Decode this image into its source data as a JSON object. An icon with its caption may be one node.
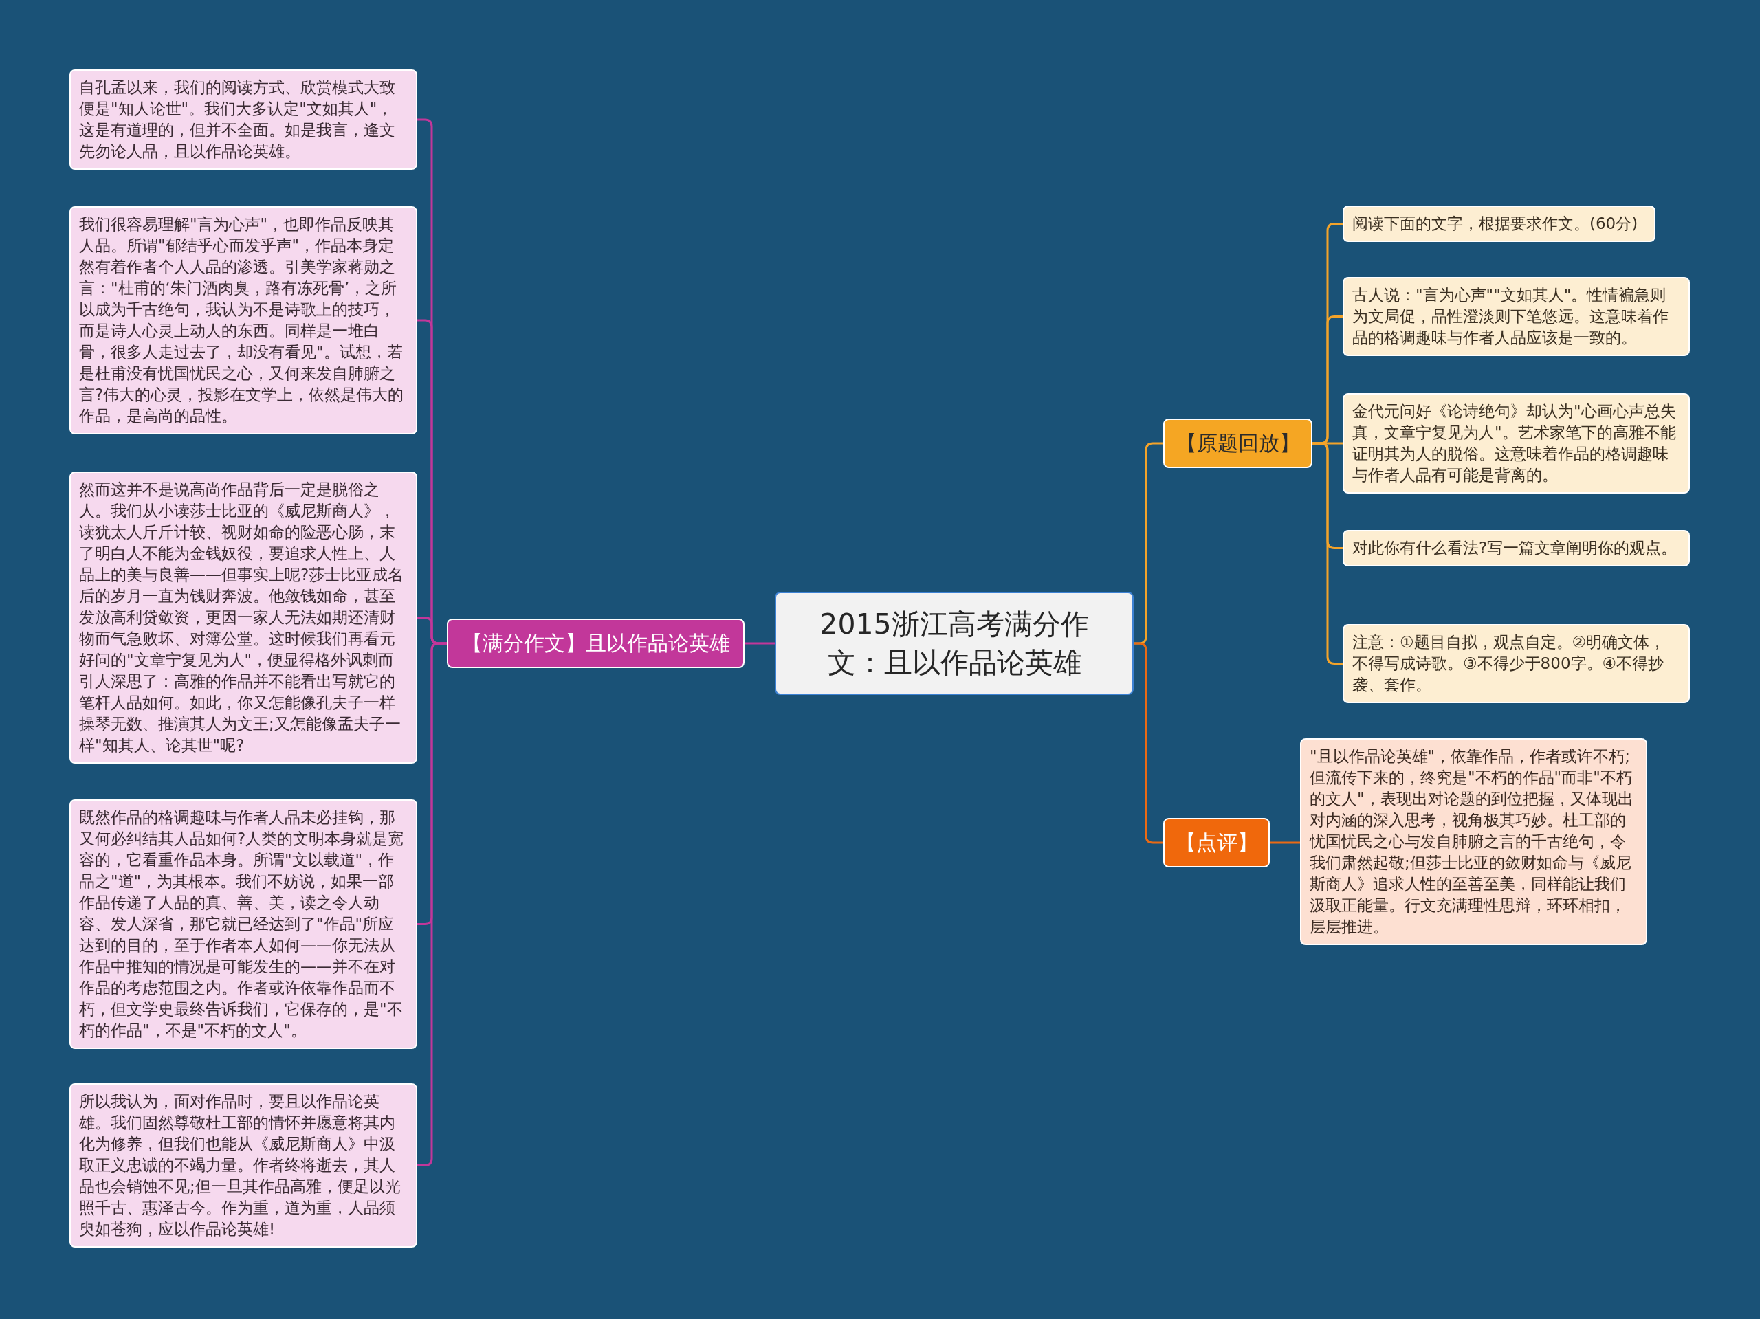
{
  "diagram": {
    "nodes": [
      {
        "text": [
          "2015浙江高考满分作文：且以作品论英雄"
        ]
      },
      {
        "text": [
          "【满分作文】且以作品论英雄"
        ]
      },
      {
        "text": [
          "自孔孟以来，我们的阅读方式、欣赏模式大致便是\"知人论世\"。我们大多认定\"文如其人\"，这是有道理的，但并不全面。如是我言，逢文先勿论人品，且以作品论英雄。"
        ]
      },
      {
        "text": [
          "我们很容易理解\"言为心声\"，也即作品反映其人品。所谓\"郁结乎心而发乎声\"，作品本身定然有着作者个人人品的渗透。引美学家蒋勋之言：\"杜甫的‘朱门酒肉臭，路有冻死骨’，之所以成为千古绝句，我认为不是诗歌上的技巧，而是诗人心灵上动人的东西。同样是一堆白骨，很多人走过去了，却没有看见\"。试想，若是杜甫没有忧国忧民之心，又何来发自肺腑之言?伟大的心灵，投影在文学上，依然是伟大的作品，是高尚的品性。"
        ]
      },
      {
        "text": [
          "然而这并不是说高尚作品背后一定是脱俗之人。我们从小读莎士比亚的《威尼斯商人》，读犹太人斤斤计较、视财如命的险恶心肠，末了明白人不能为金钱奴役，要追求人性上、人品上的美与良善——但事实上呢?莎士比亚成名后的岁月一直为钱财奔波。他敛钱如命，甚至发放高利贷敛资，更因一家人无法如期还清财物而气急败坏、对簿公堂。这时候我们再看元好问的\"文章宁复见为人\"，便显得格外讽刺而引人深思了：高雅的作品并不能看出写就它的笔杆人品如何。如此，你又怎能像孔夫子一样操琴无数、推演其人为文王;又怎能像孟夫子一样\"知其人、论其世\"呢?"
        ]
      },
      {
        "text": [
          "既然作品的格调趣味与作者人品未必挂钩，那又何必纠结其人品如何?人类的文明本身就是宽容的，它看重作品本身。所谓\"文以载道\"，作品之\"道\"，为其根本。我们不妨说，如果一部作品传递了人品的真、善、美，读之令人动容、发人深省，那它就已经达到了\"作品\"所应达到的目的，至于作者本人如何——你无法从作品中推知的情况是可能发生的——并不在对作品的考虑范围之内。作者或许依靠作品而不朽，但文学史最终告诉我们，它保存的，是\"不朽的作品\"，不是\"不朽的文人\"。"
        ]
      },
      {
        "text": [
          "所以我认为，面对作品时，要且以作品论英雄。我们固然尊敬杜工部的情怀并愿意将其内化为修养，但我们也能从《威尼斯商人》中汲取正义忠诚的不竭力量。作者终将逝去，其人品也会销蚀不见;但一旦其作品高雅，便足以光照千古、惠泽古今。作为重，道为重，人品须臾如苍狗，应以作品论英雄!"
        ]
      },
      {
        "text": [
          "【原题回放】"
        ]
      },
      {
        "text": [
          "阅读下面的文字，根据要求作文。(60分)"
        ]
      },
      {
        "text": [
          "古人说：\"言为心声\"\"文如其人\"。性情褊急则为文局促，品性澄淡则下笔悠远。这意味着作品的格调趣味与作者人品应该是一致的。"
        ]
      },
      {
        "text": [
          "金代元问好《论诗绝句》却认为\"心画心声总失真，文章宁复见为人\"。艺术家笔下的高雅不能证明其为人的脱俗。这意味着作品的格调趣味与作者人品有可能是背离的。"
        ]
      },
      {
        "text": [
          "对此你有什么看法?写一篇文章阐明你的观点。"
        ]
      },
      {
        "text": [
          "注意：①题目自拟，观点自定。②明确文体，不得写成诗歌。③不得少于800字。④不得抄袭、套作。"
        ]
      },
      {
        "text": [
          "【点评】"
        ]
      },
      {
        "text": [
          "\"且以作品论英雄\"，依靠作品，作者或许不朽;但流传下来的，终究是\"不朽的作品\"而非\"不朽的文人\"，表现出对论题的到位把握，又体现出对内涵的深入思考，视角极其巧妙。杜工部的忧国忧民之心与发自肺腑之言的千古绝句，令我们肃然起敬;但莎士比亚的敛财如命与《威尼斯商人》追求人性的至善至美，同样能让我们汲取正能量。行文充满理性思辩，环环相扣，层层推进。"
        ]
      }
    ],
    "edges": [
      {
        "from": 0,
        "to": 1,
        "arrow": "none",
        "color": "#c2379a"
      },
      {
        "from": 1,
        "to": 2,
        "arrow": "none",
        "color": "#c2379a"
      },
      {
        "from": 1,
        "to": 3,
        "arrow": "none",
        "color": "#c2379a"
      },
      {
        "from": 1,
        "to": 4,
        "arrow": "none",
        "color": "#c2379a"
      },
      {
        "from": 1,
        "to": 5,
        "arrow": "none",
        "color": "#c2379a"
      },
      {
        "from": 1,
        "to": 6,
        "arrow": "none",
        "color": "#c2379a"
      },
      {
        "from": 0,
        "to": 7,
        "arrow": "none",
        "color": "#f3a32a"
      },
      {
        "from": 7,
        "to": 8,
        "arrow": "none",
        "color": "#f3a32a"
      },
      {
        "from": 7,
        "to": 9,
        "arrow": "none",
        "color": "#f3a32a"
      },
      {
        "from": 7,
        "to": 10,
        "arrow": "none",
        "color": "#f3a32a"
      },
      {
        "from": 7,
        "to": 11,
        "arrow": "none",
        "color": "#f3a32a"
      },
      {
        "from": 7,
        "to": 12,
        "arrow": "none",
        "color": "#f3a32a"
      },
      {
        "from": 0,
        "to": 13,
        "arrow": "none",
        "color": "#ea6a14"
      },
      {
        "from": 13,
        "to": 14,
        "arrow": "none",
        "color": "#ea6a14"
      }
    ]
  }
}
